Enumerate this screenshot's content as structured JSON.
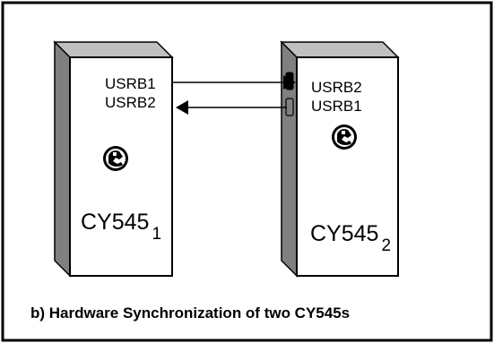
{
  "colors": {
    "border": "#000000",
    "background": "#ffffff",
    "chip_face": "#ffffff",
    "chip_side": "#808080",
    "chip_top": "#c0c0c0"
  },
  "chips": [
    {
      "name": "CY545",
      "subscript": "1",
      "ports": [
        "USRB1",
        "USRB2"
      ]
    },
    {
      "name": "CY545",
      "subscript": "2",
      "ports": [
        "USRB2",
        "USRB1"
      ]
    }
  ],
  "icons": {
    "chip_logo": "globe-cpu-logo-icon",
    "arrow_right": "arrowhead-right-icon",
    "arrow_left": "arrowhead-left-icon"
  },
  "caption": "b) Hardware Synchronization of two CY545s"
}
